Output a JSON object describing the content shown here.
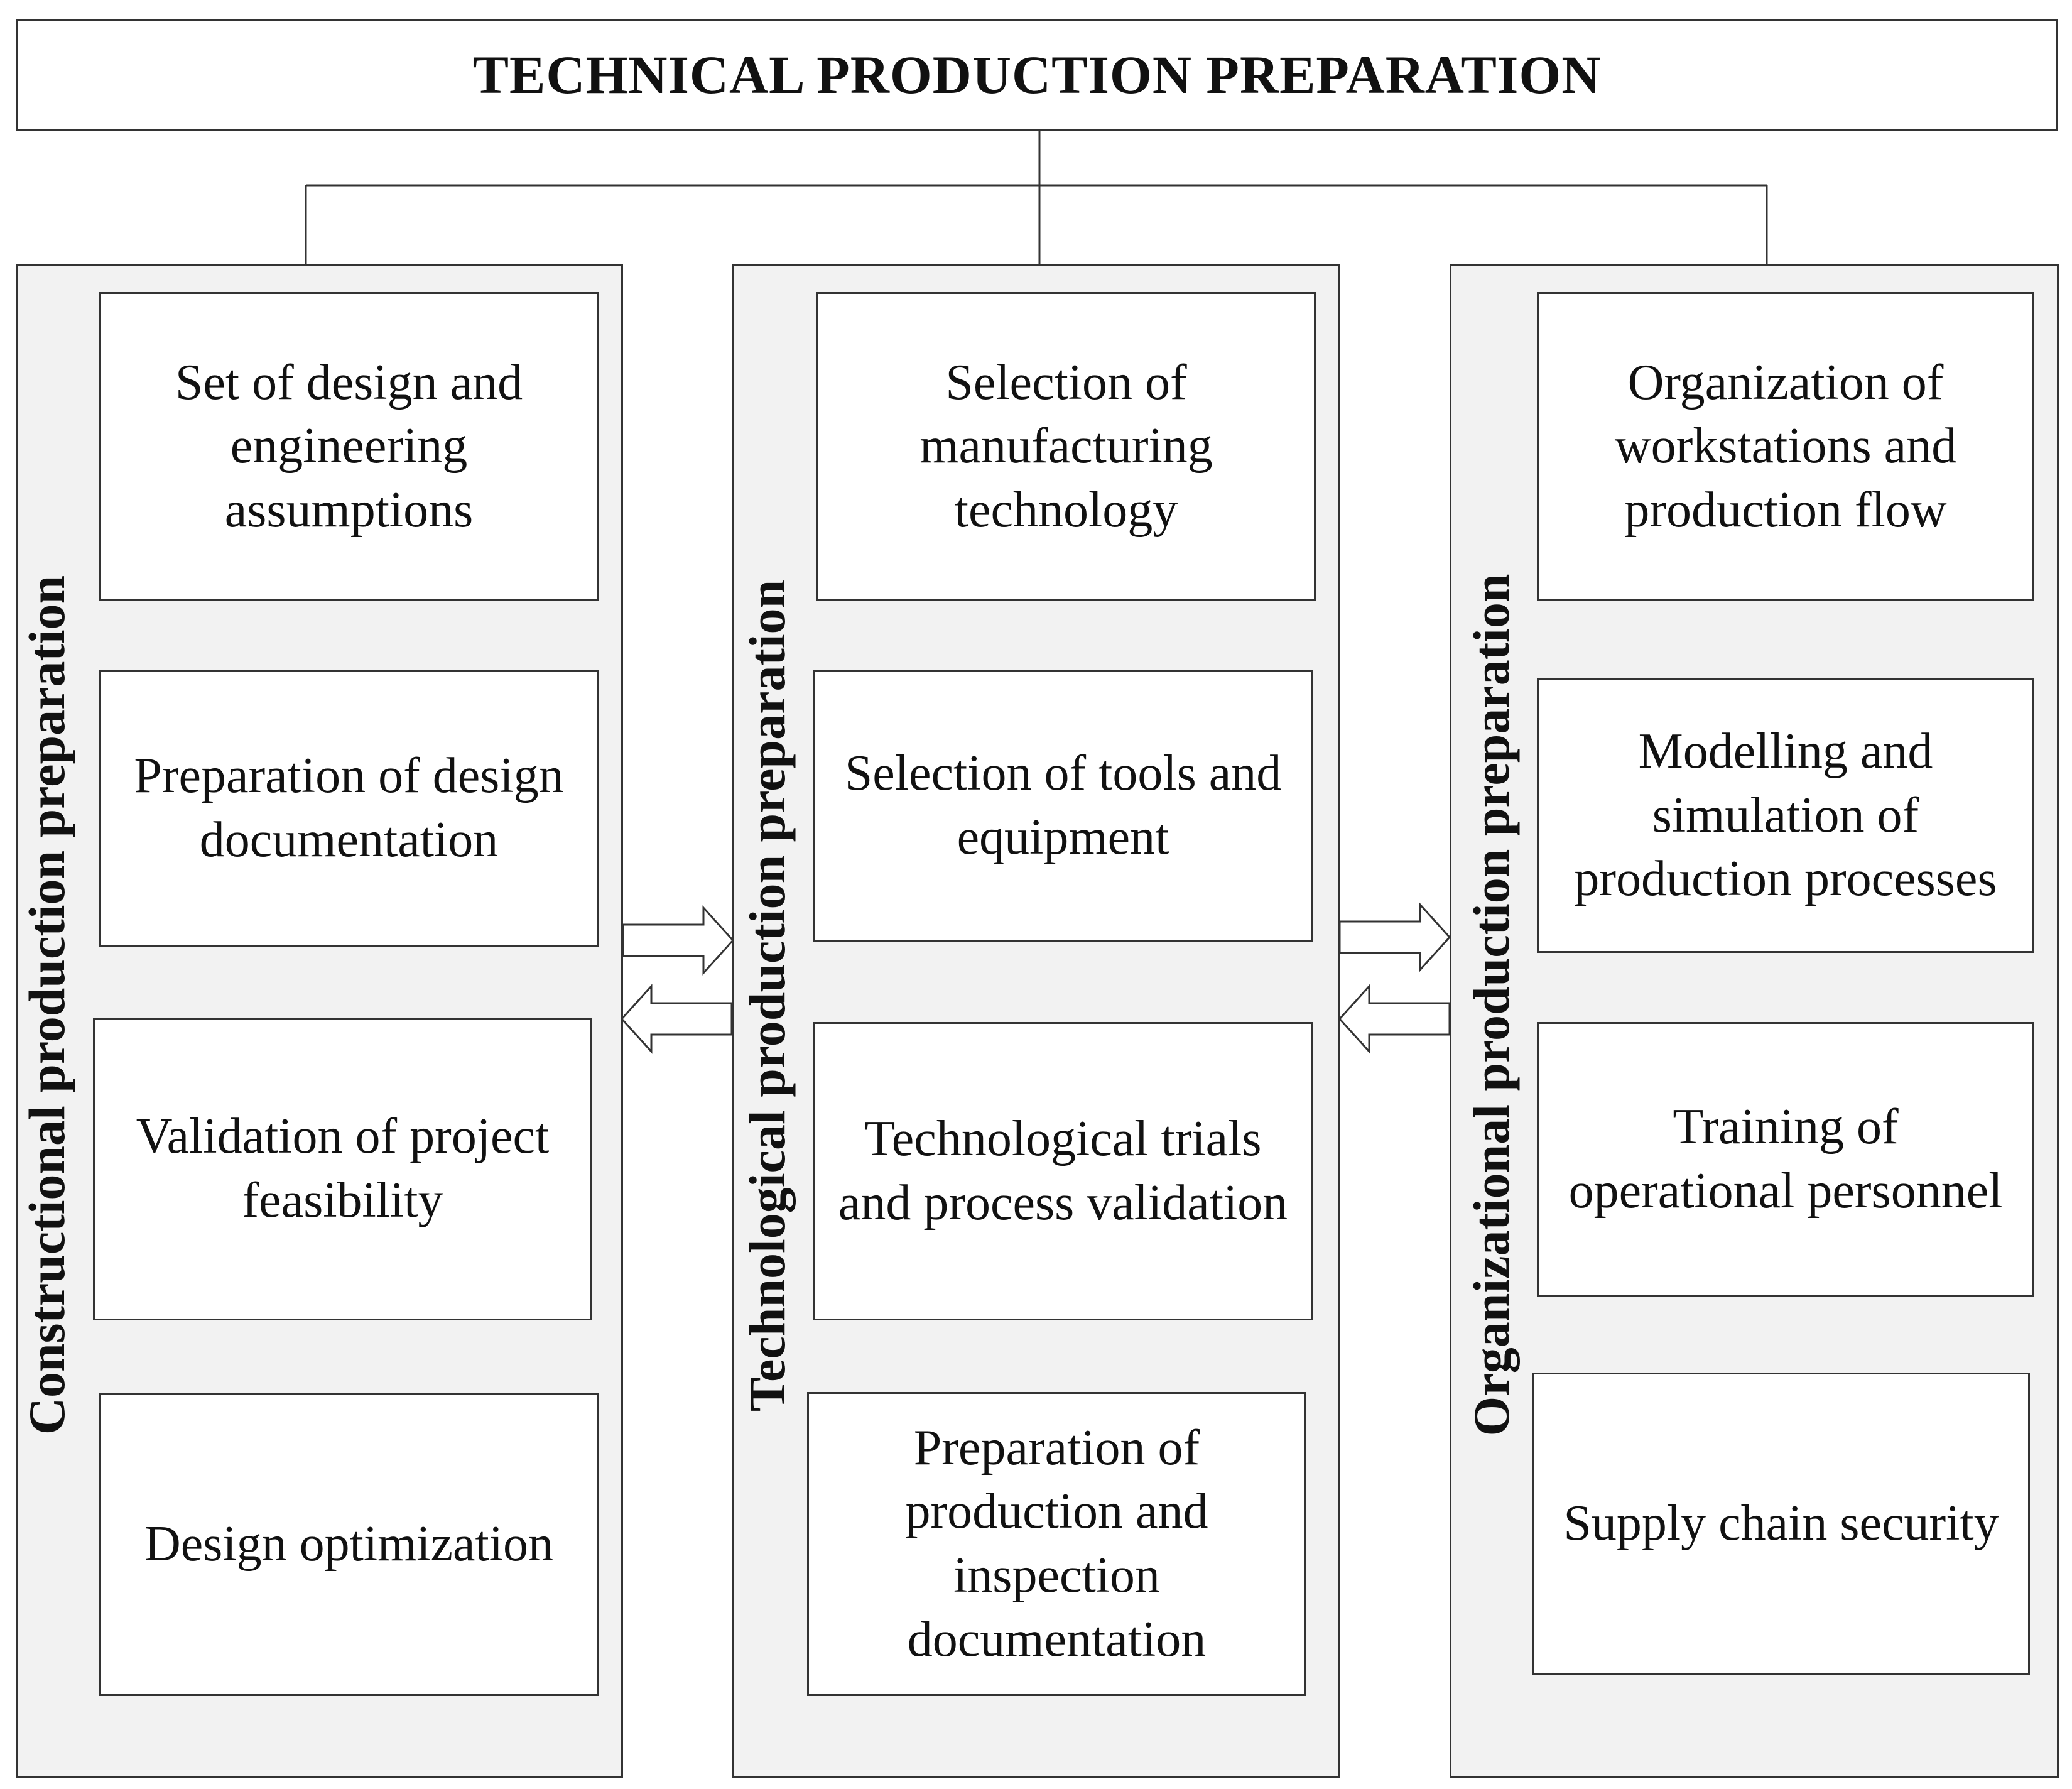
{
  "title": "TECHNICAL PRODUCTION PREPARATION",
  "columns": [
    {
      "label": "Constructional production preparation",
      "steps": [
        "Set of design and engineering assumptions",
        "Preparation of design documentation",
        "Validation of project feasibility",
        "Design optimization"
      ]
    },
    {
      "label": "Technological production preparation",
      "steps": [
        "Selection of manufacturing technology",
        "Selection of tools and equipment",
        "Technological trials and process validation",
        "Preparation of production and inspection documentation"
      ]
    },
    {
      "label": "Organizational production preparation",
      "steps": [
        "Organization of workstations and production flow",
        "Modelling and simulation of production processes",
        "Training of operational personnel",
        "Supply chain security"
      ]
    }
  ],
  "colors": {
    "column_fill": "#f2f2f2",
    "box_fill": "#ffffff",
    "stroke": "#333333",
    "text": "#111111"
  }
}
